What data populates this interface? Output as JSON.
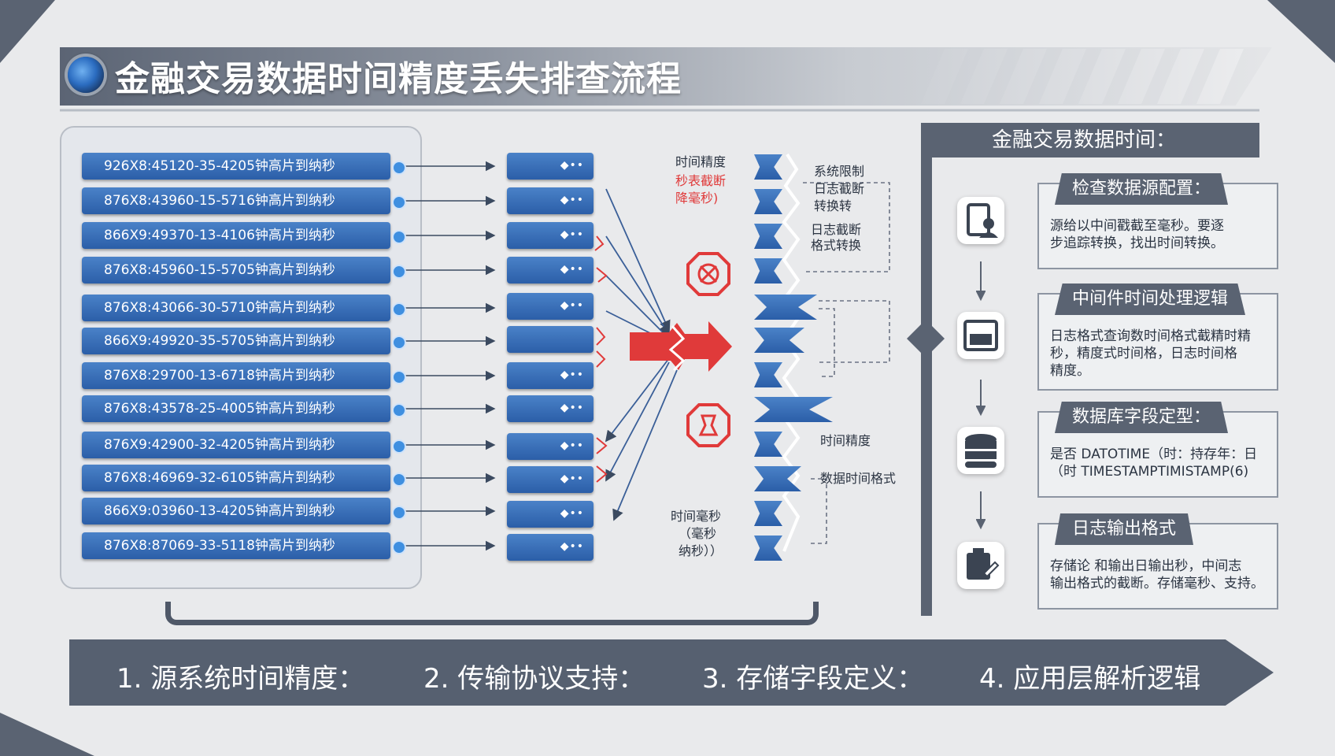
{
  "title": "金融交易数据时间精度丢失排查流程",
  "source_rows": [
    "926X8:45120-35-4205钟高片到纳秒",
    "876X8:43960-15-5716钟高片到纳秒",
    "866X9:49370-13-4106钟高片到纳秒",
    "876X8:45960-15-5705钟高片到纳秒",
    "876X8:43066-30-5710钟高片到纳秒",
    "866X9:49920-35-5705钟高片到纳秒",
    "876X8:29700-13-6718钟高片到纳秒",
    "876X8:43578-25-4005钟高片到纳秒",
    "876X9:42900-32-4205钟高片到纳秒",
    "876X8:46969-32-6105钟高片到纳秒",
    "866X9:03960-13-4205钟高片到纳秒",
    "876X8:87069-33-5118钟高片到纳秒"
  ],
  "annotations": {
    "precision_top": "时间精度",
    "loss_red_1": "秒表截断",
    "loss_red_2": "降毫秒)",
    "sys_limit": "系统限制",
    "log_trunc_1": "日志截断",
    "convert_1": "转换转",
    "log_trunc_2": "日志截断",
    "format_convert": "格式转换",
    "precision_mid": "时间精度",
    "data_format": "数据时间格式",
    "ms_1": "时间毫秒",
    "ms_2": "（毫秒",
    "ms_3": "纳秒））"
  },
  "right_panel": {
    "header": "金融交易数据时间：",
    "cards": [
      {
        "title": "检查数据源配置：",
        "lines": [
          "源给以中间戳截至毫秒。要逐",
          "步追踪转换，找出时间转换。"
        ]
      },
      {
        "title": "中间件时间处理逻辑",
        "lines": [
          "日志格式查询数时间格式截精时精",
          "秒，精度式时间格，日志时间格",
          "精度。"
        ]
      },
      {
        "title": "数据库字段定型：",
        "lines": [
          "是否 DATOTIME（时：持存年：日",
          "（时 TIMESTAMPTIMISTAMP(6)"
        ]
      },
      {
        "title": "日志输出格式",
        "lines": [
          "存储论  和输出日输出秒，中间志",
          "输出格式的截断。存储毫秒、支持。"
        ]
      }
    ]
  },
  "steps": [
    "1. 源系统时间精度：",
    "2. 传输协议支持：",
    "3. 存储字段定义：",
    "4. 应用层解析逻辑"
  ],
  "colors": {
    "accent_blue": "#2b5ea8",
    "slate": "#5a6372",
    "alert_red": "#e03a3a"
  }
}
